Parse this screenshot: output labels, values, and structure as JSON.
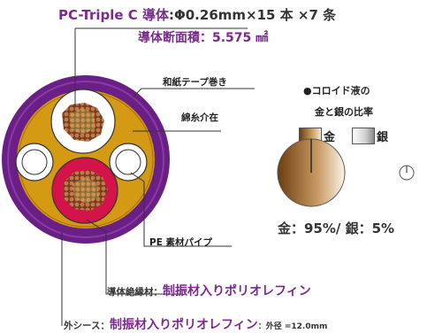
{
  "header": {
    "title_prefix": "PC-Triple C 導体",
    "title_spec": ":Φ0.26mm×15 本 ×7 条",
    "cross_section": "導体断面積：5.575 ㎟"
  },
  "labels": {
    "washi_tape": "和紙テープ巻き",
    "cotton_filler": "綿糸介在",
    "pe_pipe": "PE 素材パイプ",
    "conductor_insulation_prefix": "導体絶縁材：",
    "conductor_insulation_value": "制振材入りポリオレフィン",
    "outer_sheath_prefix": "外シース：",
    "outer_sheath_value": "制振材入りポリオレフィン",
    "outer_diameter": "：外径 =12.0mm"
  },
  "legend": {
    "heading_line1": "●コロイド液の",
    "heading_line2": "金と銀の比率",
    "gold_label": "金",
    "silver_label": "銀",
    "gold_icon": "gold-gradient-swatch",
    "silver_icon": "silver-gradient-swatch"
  },
  "ratio": {
    "text": "金：95%/ 銀：5%",
    "gold_percent": 95,
    "silver_percent": 5
  },
  "colors": {
    "outer_sheath": "#6a1f86",
    "filler": "#d59a13",
    "conductor_insulation": "#d4134a",
    "wire": "#b36a3a",
    "label_accent": "#7a2a8c"
  }
}
